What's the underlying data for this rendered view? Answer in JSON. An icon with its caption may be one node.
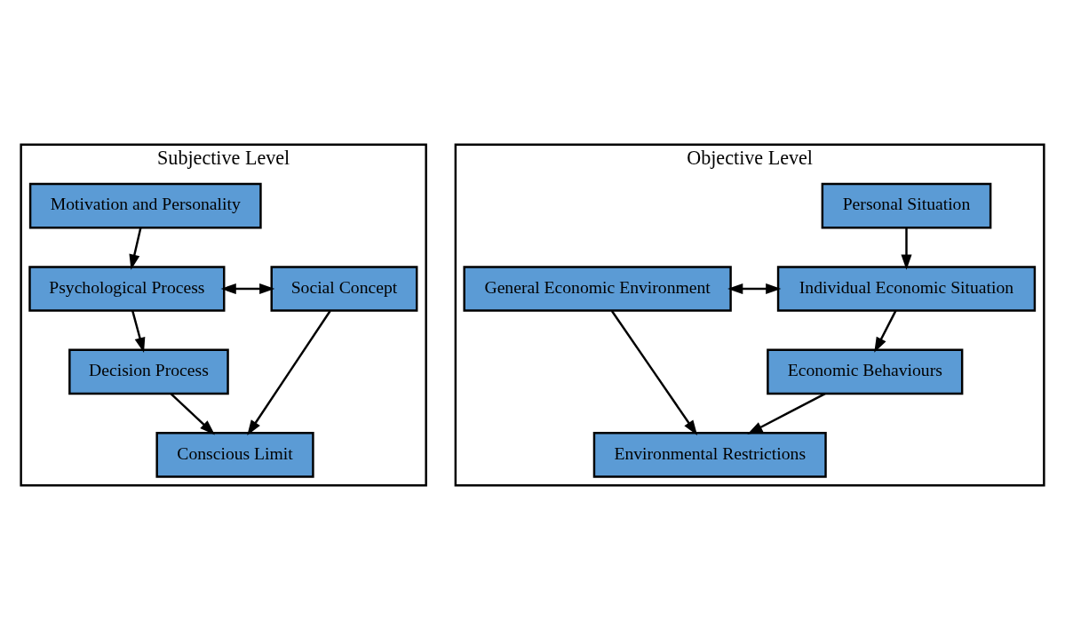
{
  "diagram": {
    "nodes": [
      {
        "text": [
          "Subjective Level"
        ]
      },
      {
        "text": [
          "Motivation and Personality"
        ],
        "in": 0
      },
      {
        "text": [
          "Psychological Process"
        ],
        "in": 0
      },
      {
        "text": [
          "Decision Process"
        ],
        "in": 0
      },
      {
        "text": [
          "Conscious Limit"
        ],
        "in": 0
      },
      {
        "text": [
          "Social Concept"
        ],
        "in": 0
      },
      {
        "text": [
          "Objective Level"
        ]
      },
      {
        "text": [
          "Personal Situation"
        ],
        "in": 6
      },
      {
        "text": [
          "General Economic Environment"
        ],
        "in": 6
      },
      {
        "text": [
          "Individual Economic Situation"
        ],
        "in": 6
      },
      {
        "text": [
          "Economic Behaviours"
        ],
        "in": 6
      },
      {
        "text": [
          "Environmental Restrictions"
        ],
        "in": 6
      }
    ],
    "edges": [
      {
        "from": 1,
        "to": 2,
        "arrow": "to"
      },
      {
        "from": 2,
        "to": 5,
        "arrow": "both"
      },
      {
        "from": 2,
        "to": 3,
        "arrow": "to"
      },
      {
        "from": 3,
        "to": 4,
        "arrow": "to"
      },
      {
        "from": 5,
        "to": 4,
        "arrow": "to"
      },
      {
        "from": 7,
        "to": 9,
        "arrow": "to"
      },
      {
        "from": 8,
        "to": 9,
        "arrow": "both"
      },
      {
        "from": 9,
        "to": 10,
        "arrow": "to"
      },
      {
        "from": 10,
        "to": 11,
        "arrow": "to"
      },
      {
        "from": 8,
        "to": 11,
        "arrow": "to"
      }
    ]
  }
}
